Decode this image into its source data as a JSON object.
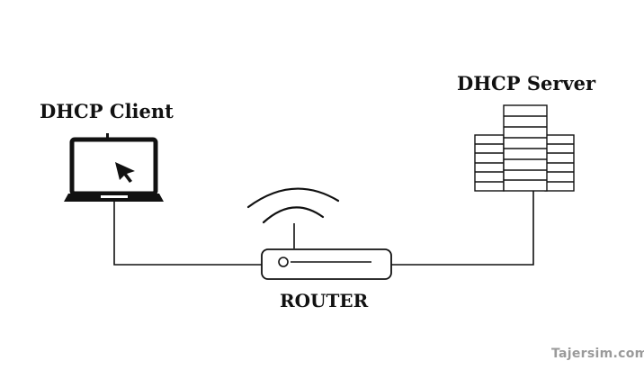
{
  "labels": {
    "client": "DHCP Client",
    "server": "DHCP Server",
    "router": "ROUTER"
  },
  "watermark": "Tajersim.com",
  "icons": {
    "client": "laptop-icon",
    "server": "server-rack-icon",
    "router": "router-icon",
    "signal": "wifi-signal-icon",
    "pointer": "cursor-arrow-icon"
  },
  "colors": {
    "stroke": "#111111",
    "watermark": "#9a9a9a"
  }
}
